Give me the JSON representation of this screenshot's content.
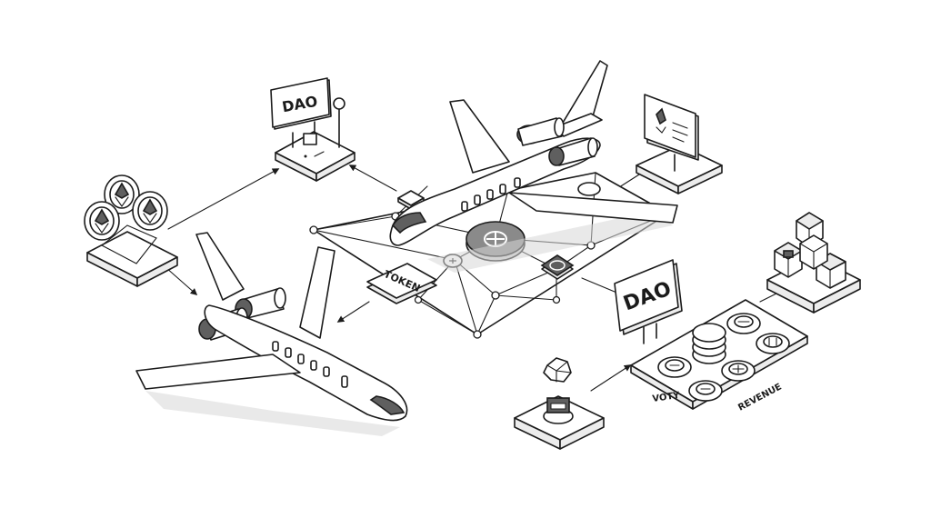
{
  "labels": {
    "dao_sign_top": "DAO",
    "dao_sign_right": "DAO",
    "token_tag": "TOKEN",
    "voty_label": "VOTY",
    "revenue_label": "REVENUE"
  },
  "icons": [
    "ethereum-coin-icon",
    "token-node-icon",
    "gem-block-icon",
    "document-panel-icon",
    "jet-airplane-icon"
  ]
}
